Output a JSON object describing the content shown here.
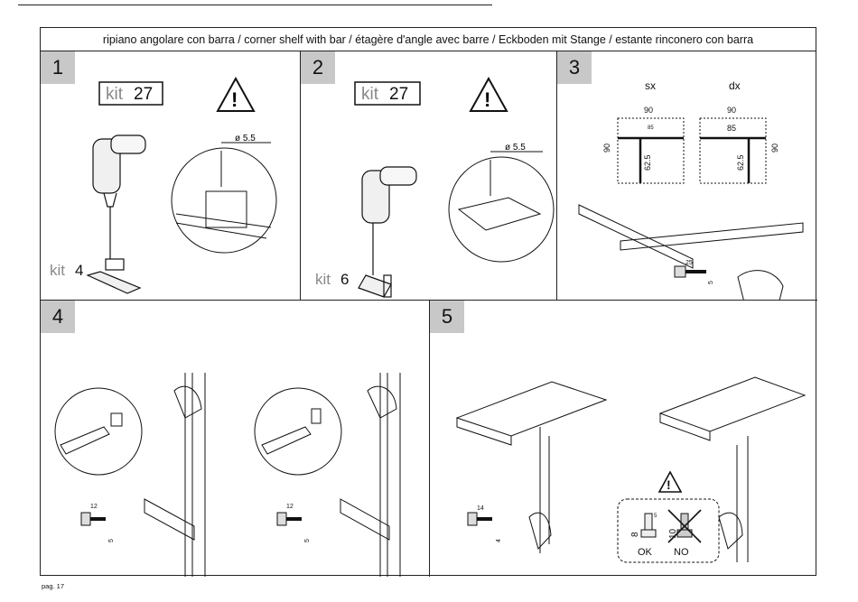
{
  "header": {
    "title": "ripiano angolare con barra / corner shelf with bar / étagère d'angle avec barre / Eckboden mit Stange / estante rinconero con barra"
  },
  "footer": {
    "page": "pag. 17"
  },
  "panels": [
    {
      "num": "1",
      "kit_label": "kit",
      "kit_num": "27",
      "kit_small_label": "kit",
      "kit_small_num": "4",
      "drill_size": "ø 5.5",
      "warning": "!"
    },
    {
      "num": "2",
      "kit_label": "kit",
      "kit_num": "27",
      "kit_small_label": "kit",
      "kit_small_num": "6",
      "drill_size": "ø 5.5",
      "warning": "!"
    },
    {
      "num": "3",
      "left_label": "sx",
      "right_label": "dx",
      "dims": {
        "outer": "90",
        "inner": "85",
        "height": "90",
        "leg": "62.5"
      },
      "screw_len": "25",
      "screw_d": "5"
    },
    {
      "num": "4",
      "screw_len_a": "12",
      "screw_d_a": "5",
      "screw_len_b": "12",
      "screw_d_b": "5"
    },
    {
      "num": "5",
      "screw_len": "14",
      "screw_d": "4",
      "ok_label": "OK",
      "no_label": "NO",
      "ok_dim": "8",
      "no_dim": "10",
      "small_dim": "5",
      "warning": "!"
    }
  ]
}
